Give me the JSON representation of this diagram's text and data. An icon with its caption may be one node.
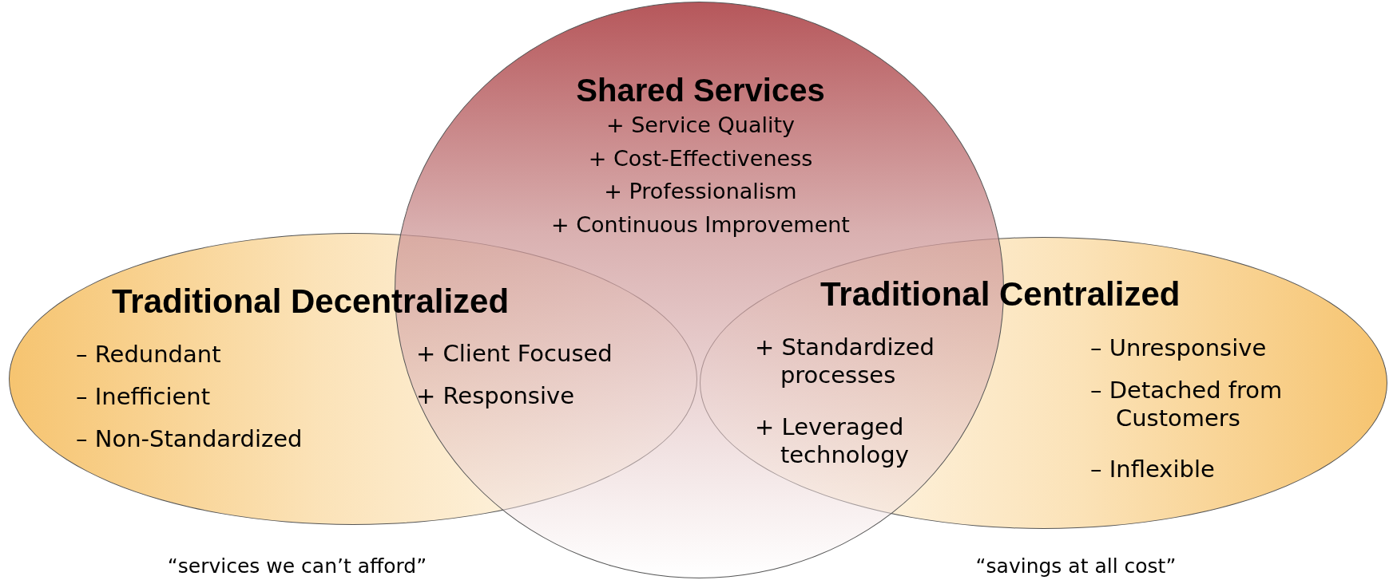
{
  "diagram": {
    "nodes": [
      {
        "text": [
          "Shared Services",
          "+ Service Quality",
          "+ Cost-Effectiveness",
          "+ Professionalism",
          "+ Continuous Improvement"
        ]
      },
      {
        "text": [
          "Traditional Decentralized",
          "– Redundant",
          "– Inefficient",
          "– Non-Standardized"
        ]
      },
      {
        "text": [
          "Traditional Centralized",
          "– Unresponsive",
          "– Detached from Customers",
          "– Inflexible"
        ]
      }
    ],
    "edges": [],
    "labels": [
      "+ Client Focused",
      "+ Responsive",
      "+ Standardized processes",
      "+ Leveraged technology",
      "“services we can’t afford”",
      "“savings at all cost”"
    ]
  }
}
